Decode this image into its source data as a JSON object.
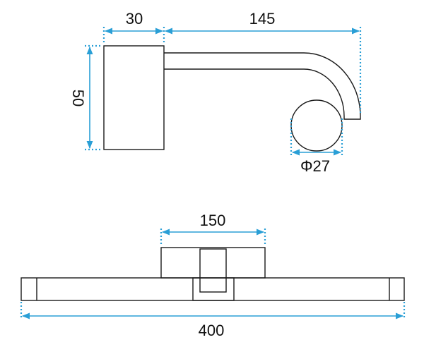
{
  "side_view": {
    "dim_mount_width": "30",
    "dim_arm_length": "145",
    "dim_mount_height": "50",
    "dim_head_diameter": "Φ27"
  },
  "front_view": {
    "dim_mount_plate_width": "150",
    "dim_total_length": "400"
  },
  "colors": {
    "dimension_lines": "#2a9fd6",
    "outline": "#1a1a1a",
    "background": "#ffffff"
  }
}
